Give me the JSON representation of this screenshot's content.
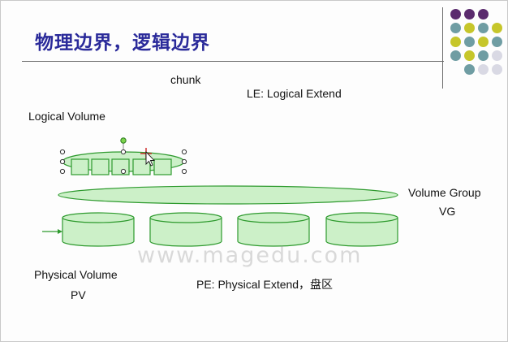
{
  "slide": {
    "title": "物理边界，逻辑边界",
    "labels": {
      "chunk": "chunk",
      "le": "LE: Logical Extend",
      "logical_volume": "Logical Volume",
      "volume_group": "Volume Group",
      "vg": "VG",
      "physical_volume": "Physical Volume",
      "pv": "PV",
      "pe": "PE: Physical Extend，盘区"
    },
    "watermark": "www.magedu.com",
    "colors": {
      "shape_fill": "#ccf0c8",
      "shape_stroke": "#2e9a2e",
      "title": "#2a2a9a",
      "dot_purple": "#5b2b6e",
      "dot_teal": "#6f9da3",
      "dot_yellow": "#c6c62a",
      "dot_gray": "#d9d9e4"
    },
    "decor_dots": [
      [
        "purple",
        "purple",
        "purple",
        "none"
      ],
      [
        "teal",
        "yellow",
        "teal",
        "yellow"
      ],
      [
        "yellow",
        "teal",
        "yellow",
        "teal"
      ],
      [
        "teal",
        "yellow",
        "teal",
        "gray"
      ],
      [
        "none",
        "teal",
        "gray",
        "gray"
      ]
    ]
  }
}
